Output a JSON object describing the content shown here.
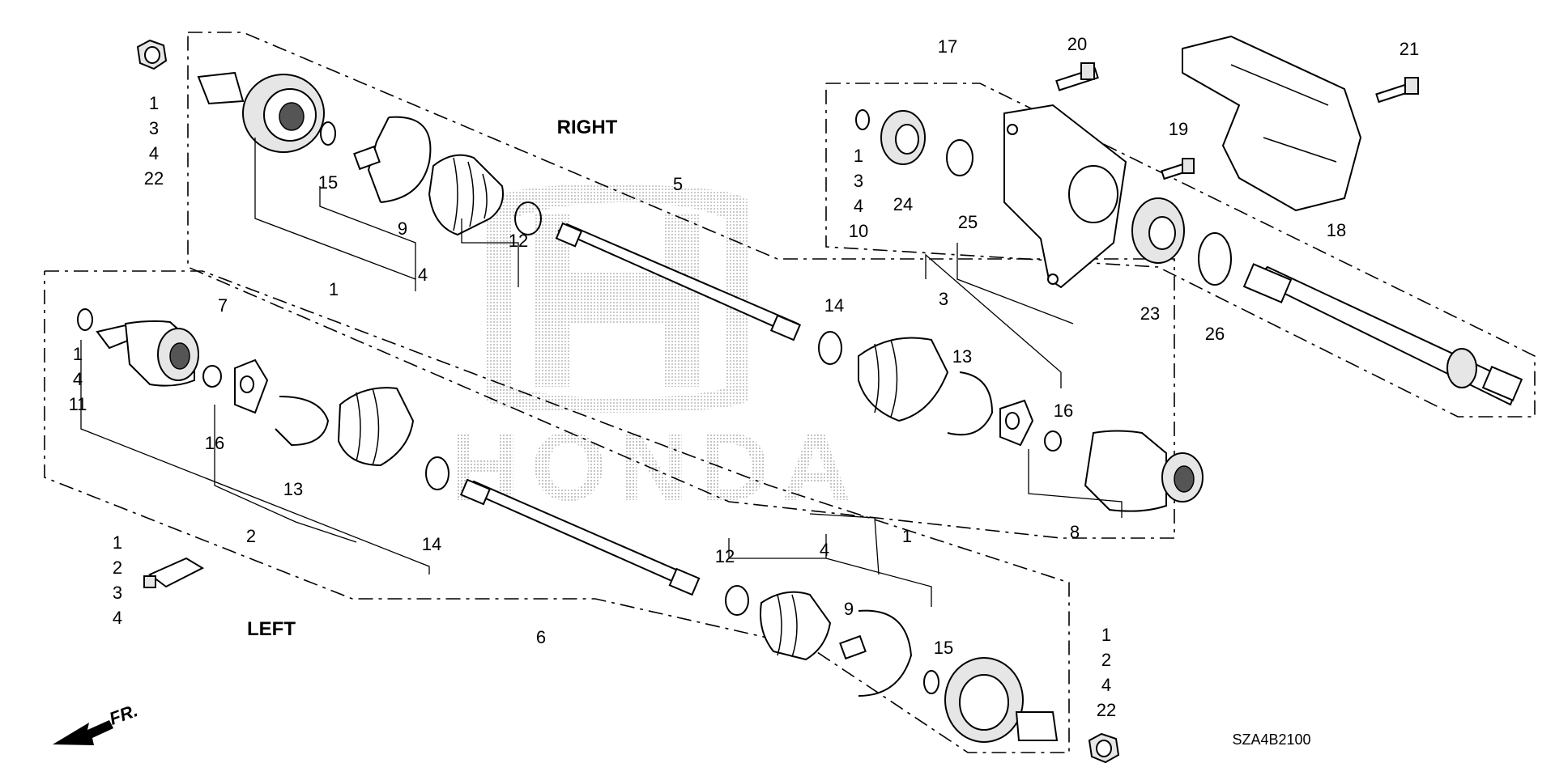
{
  "diagram": {
    "watermark": "HONDA",
    "side_labels": {
      "right": "RIGHT",
      "left": "LEFT"
    },
    "front_arrow": "FR.",
    "diagram_code": "SZA4B2100",
    "callouts": [
      {
        "id": "c-top-nut",
        "lines": [
          "1",
          "3",
          "4",
          "22"
        ]
      },
      {
        "id": "c-17",
        "lines": [
          "17"
        ]
      },
      {
        "id": "c-20",
        "lines": [
          "20"
        ]
      },
      {
        "id": "c-21",
        "lines": [
          "21"
        ]
      },
      {
        "id": "c-19",
        "lines": [
          "19"
        ]
      },
      {
        "id": "c-5",
        "lines": [
          "5"
        ]
      },
      {
        "id": "c-15a",
        "lines": [
          "15"
        ]
      },
      {
        "id": "c-9a",
        "lines": [
          "9"
        ]
      },
      {
        "id": "c-4a",
        "lines": [
          "4"
        ]
      },
      {
        "id": "c-12a",
        "lines": [
          "12"
        ]
      },
      {
        "id": "c-1a",
        "lines": [
          "1"
        ]
      },
      {
        "id": "c-clip-17",
        "lines": [
          "1",
          "3",
          "4",
          "10"
        ]
      },
      {
        "id": "c-24",
        "lines": [
          "24"
        ]
      },
      {
        "id": "c-25",
        "lines": [
          "25"
        ]
      },
      {
        "id": "c-18",
        "lines": [
          "18"
        ]
      },
      {
        "id": "c-23",
        "lines": [
          "23"
        ]
      },
      {
        "id": "c-26",
        "lines": [
          "26"
        ]
      },
      {
        "id": "c-3",
        "lines": [
          "3"
        ]
      },
      {
        "id": "c-14a",
        "lines": [
          "14"
        ]
      },
      {
        "id": "c-13a",
        "lines": [
          "13"
        ]
      },
      {
        "id": "c-16a",
        "lines": [
          "16"
        ]
      },
      {
        "id": "c-8",
        "lines": [
          "8"
        ]
      },
      {
        "id": "c-7",
        "lines": [
          "7"
        ]
      },
      {
        "id": "c-clip-left",
        "lines": [
          "1",
          "4",
          "11"
        ]
      },
      {
        "id": "c-16b",
        "lines": [
          "16"
        ]
      },
      {
        "id": "c-13b",
        "lines": [
          "13"
        ]
      },
      {
        "id": "c-2",
        "lines": [
          "2"
        ]
      },
      {
        "id": "c-14b",
        "lines": [
          "14"
        ]
      },
      {
        "id": "c-grease",
        "lines": [
          "1",
          "2",
          "3",
          "4"
        ]
      },
      {
        "id": "c-6",
        "lines": [
          "6"
        ]
      },
      {
        "id": "c-12b",
        "lines": [
          "12"
        ]
      },
      {
        "id": "c-4b",
        "lines": [
          "4"
        ]
      },
      {
        "id": "c-1b",
        "lines": [
          "1"
        ]
      },
      {
        "id": "c-9b",
        "lines": [
          "9"
        ]
      },
      {
        "id": "c-15b",
        "lines": [
          "15"
        ]
      },
      {
        "id": "c-bottom-nut",
        "lines": [
          "1",
          "2",
          "4",
          "22"
        ]
      }
    ]
  }
}
